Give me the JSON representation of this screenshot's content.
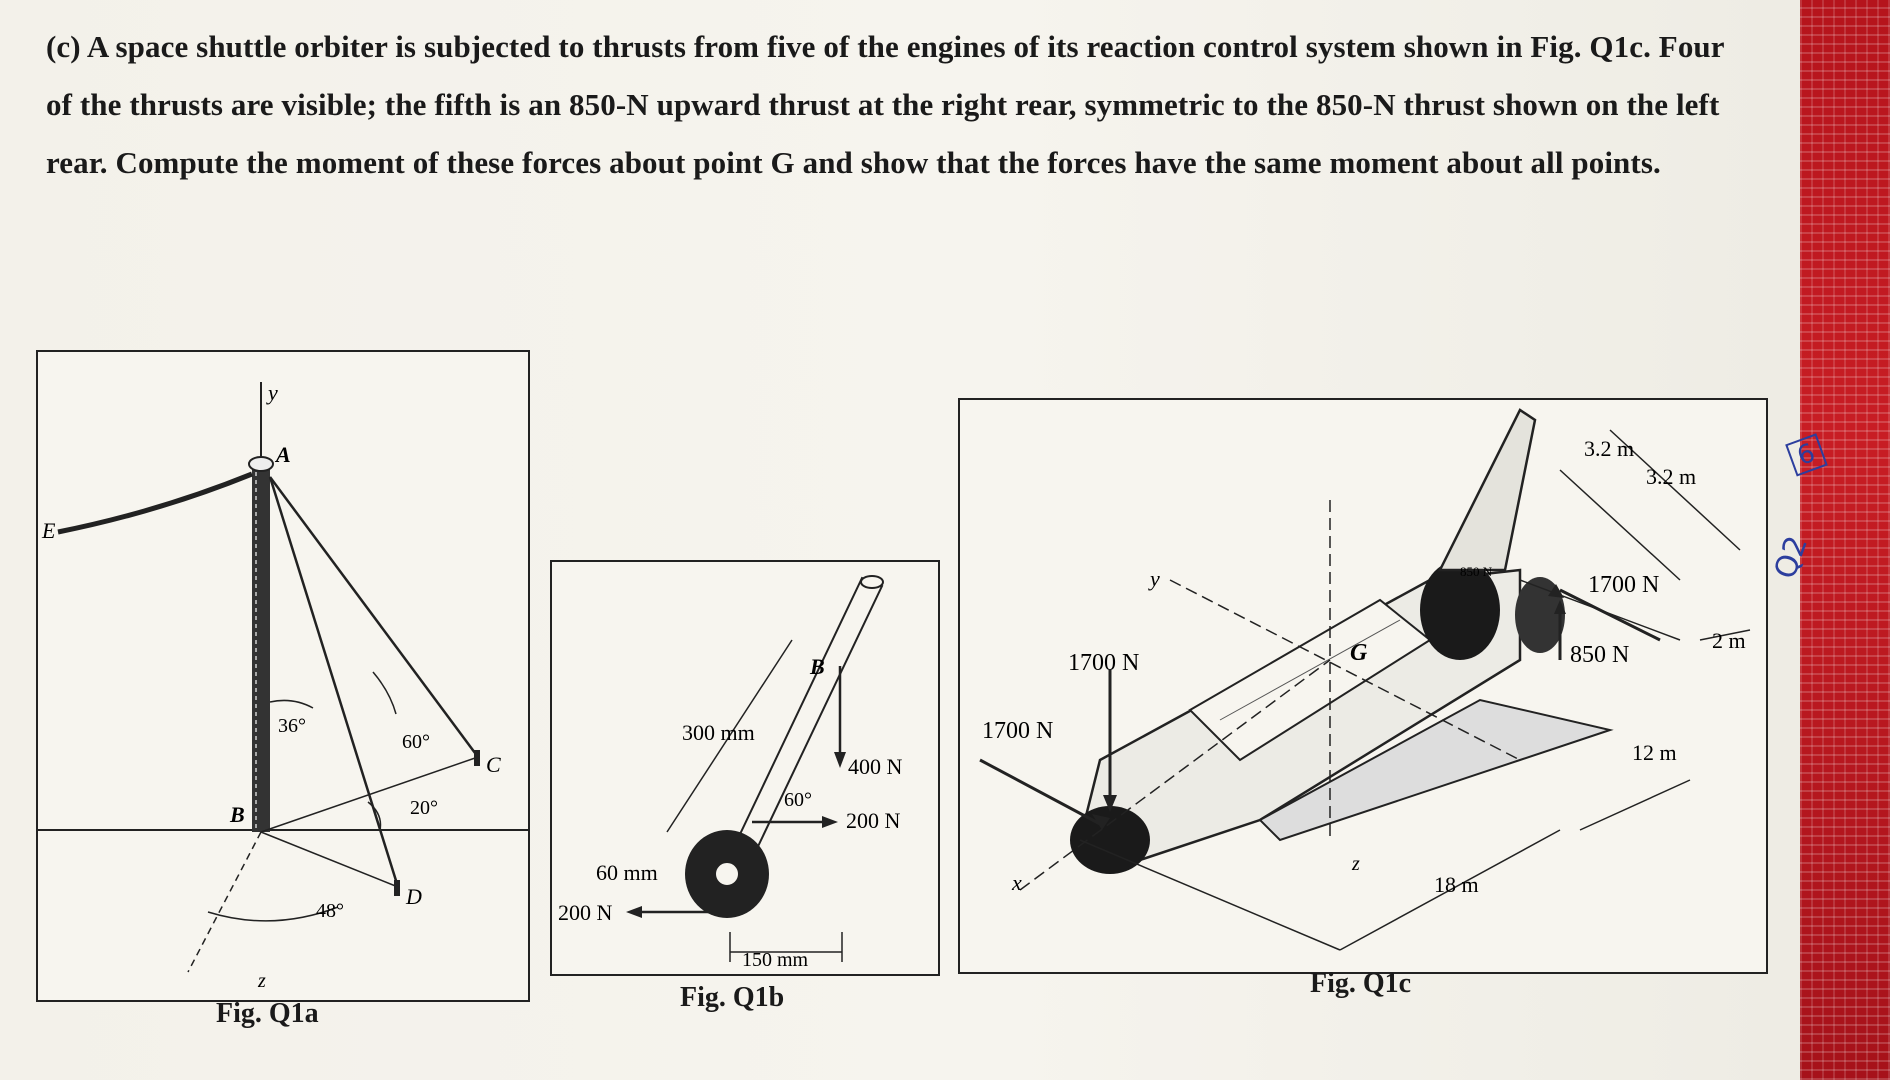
{
  "question": {
    "label": "(c)",
    "text": "A space shuttle orbiter is subjected to thrusts from five of the engines of its reaction control system shown in Fig. Q1c. Four of the thrusts are visible; the fifth is an 850-N upward thrust at the right rear, symmetric to the 850-N thrust shown on the left rear. Compute the moment of these forces about point G and show that the forces have the same moment about all points."
  },
  "fig_a": {
    "caption": "Fig. Q1a",
    "labels": {
      "y": "y",
      "A": "A",
      "E": "E",
      "B": "B",
      "C": "C",
      "D": "D",
      "z": "z"
    },
    "angles": {
      "a36": "36°",
      "a60": "60°",
      "a20": "20°",
      "a48": "48°"
    }
  },
  "fig_b": {
    "caption": "Fig. Q1b",
    "labels": {
      "B": "B",
      "d300": "300 mm",
      "f400": "400 N",
      "a60": "60°",
      "f200r": "200 N",
      "d60": "60 mm",
      "f200l": "200 N",
      "d150": "150 mm"
    }
  },
  "fig_c": {
    "caption": "Fig. Q1c",
    "labels": {
      "y": "y",
      "x": "x",
      "z": "z",
      "G": "G",
      "f1700a": "1700 N",
      "f1700b": "1700 N",
      "f1700c": "1700 N",
      "f850": "850 N",
      "f850small": "850 N",
      "d32a": "3.2 m",
      "d32b": "3.2 m",
      "d2": "2 m",
      "d12": "12 m",
      "d18": "18 m"
    }
  },
  "margin_notes": {
    "n1": "Q2",
    "n2": "6"
  }
}
